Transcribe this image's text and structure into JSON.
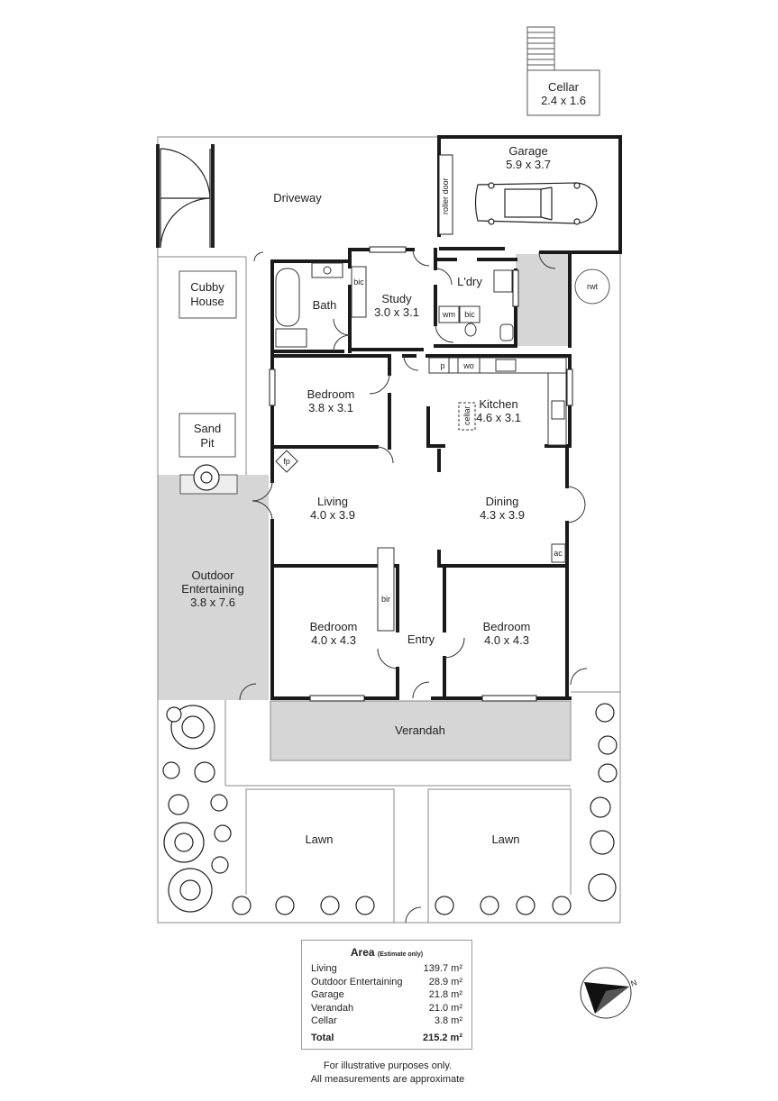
{
  "rooms": {
    "cellar": {
      "name": "Cellar",
      "size": "2.4 x 1.6"
    },
    "garage": {
      "name": "Garage",
      "size": "5.9 x 3.7"
    },
    "driveway": {
      "name": "Driveway"
    },
    "roller_door": {
      "name": "roller door"
    },
    "cubby_house": {
      "line1": "Cubby",
      "line2": "House"
    },
    "bath": {
      "name": "Bath"
    },
    "bic_bath": {
      "name": "bic"
    },
    "study": {
      "name": "Study",
      "size": "3.0 x 3.1"
    },
    "laundry": {
      "name": "L'dry"
    },
    "wm": {
      "name": "wm"
    },
    "bic_laundry": {
      "name": "bic"
    },
    "rwt": {
      "name": "rwt"
    },
    "bedroom_top": {
      "name": "Bedroom",
      "size": "3.8 x 3.1"
    },
    "kitchen": {
      "name": "Kitchen",
      "size": "4.6 x 3.1"
    },
    "p": {
      "name": "p"
    },
    "wo": {
      "name": "wo"
    },
    "cellar_hatch": {
      "name": "cellar"
    },
    "sand_pit": {
      "line1": "Sand",
      "line2": "Pit"
    },
    "fp": {
      "name": "fp"
    },
    "living": {
      "name": "Living",
      "size": "4.0 x 3.9"
    },
    "dining": {
      "name": "Dining",
      "size": "4.3 x 3.9"
    },
    "ac": {
      "name": "ac"
    },
    "outdoor": {
      "line1": "Outdoor",
      "line2": "Entertaining",
      "size": "3.8 x 7.6"
    },
    "bir": {
      "name": "bir"
    },
    "bedroom_left": {
      "name": "Bedroom",
      "size": "4.0 x 4.3"
    },
    "entry": {
      "name": "Entry"
    },
    "bedroom_right": {
      "name": "Bedroom",
      "size": "4.0 x 4.3"
    },
    "verandah": {
      "name": "Verandah"
    },
    "lawn_left": {
      "name": "Lawn"
    },
    "lawn_right": {
      "name": "Lawn"
    }
  },
  "area": {
    "title": "Area",
    "note": "(Estimate only)",
    "rows": [
      {
        "label": "Living",
        "value": "139.7 m²"
      },
      {
        "label": "Outdoor Entertaining",
        "value": "28.9 m²"
      },
      {
        "label": "Garage",
        "value": "21.8 m²"
      },
      {
        "label": "Verandah",
        "value": "21.0 m²"
      },
      {
        "label": "Cellar",
        "value": "3.8 m²"
      }
    ],
    "total": {
      "label": "Total",
      "value": "215.2 m²"
    }
  },
  "disclaimer": {
    "line1": "For illustrative purposes only.",
    "line2": "All measurements are approximate"
  },
  "compass": {
    "label": "N"
  },
  "colors": {
    "wall": "#1a1a1a",
    "shade": "#d6d6d6",
    "line": "#888888"
  }
}
